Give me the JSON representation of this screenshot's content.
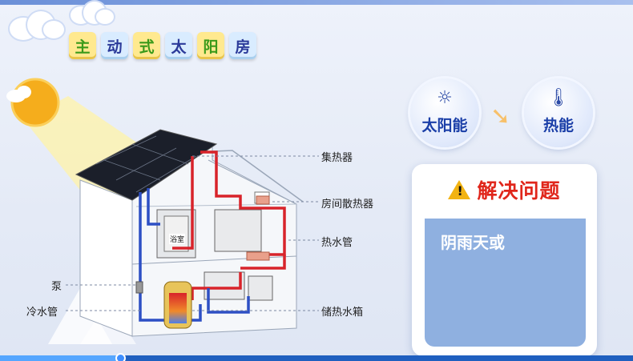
{
  "title": {
    "chars": [
      "主",
      "动",
      "式",
      "太",
      "阳",
      "房"
    ]
  },
  "diagram": {
    "labels": {
      "collector": "集热器",
      "radiator": "房间散热器",
      "hot_pipe": "热水管",
      "tank": "储热水箱",
      "pump": "泵",
      "cold_pipe": "冷水管",
      "bathroom": "浴室"
    }
  },
  "energy": {
    "solar": {
      "label": "太阳能",
      "icon": "sun-grid-icon"
    },
    "heat": {
      "label": "热能",
      "icon": "thermometer-icon"
    },
    "arrow_icon": "curved-arrow-icon"
  },
  "problem": {
    "title": "解决问题",
    "text": "阴雨天或",
    "icon": "warning-icon"
  },
  "player": {
    "progress": 0.19
  },
  "colors": {
    "accent": "#1b3fa8",
    "warning": "#e0261b",
    "panel": "#8fb0e0"
  }
}
